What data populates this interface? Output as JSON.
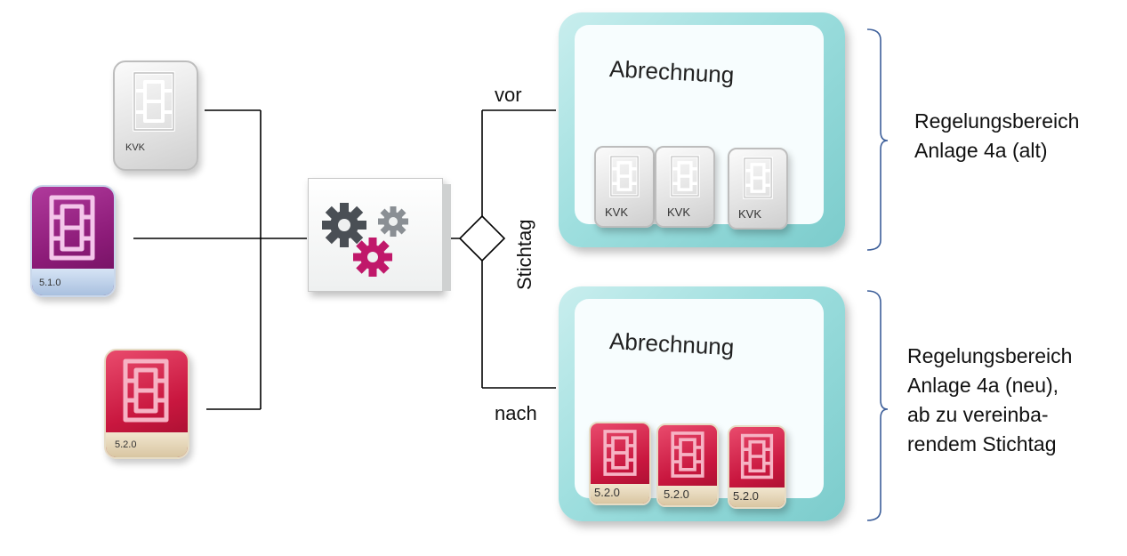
{
  "cards_left": [
    {
      "id": "kvk",
      "caption": "KVK",
      "style": "gray"
    },
    {
      "id": "egk-510",
      "caption": "5.1.0",
      "style": "purple"
    },
    {
      "id": "egk-520",
      "caption": "5.2.0",
      "style": "red"
    }
  ],
  "branch": {
    "vor": "vor",
    "nach": "nach",
    "stichtag": "Stichtag"
  },
  "top_box": {
    "title": "Abrechnung",
    "cards": [
      "KVK",
      "KVK",
      "KVK"
    ]
  },
  "bottom_box": {
    "title": "Abrechnung",
    "cards": [
      "5.2.0",
      "5.2.0",
      "5.2.0"
    ]
  },
  "labels": {
    "top": {
      "line1": "Regelungsbereich",
      "line2": "Anlage 4a (alt)"
    },
    "bottom": {
      "line1": "Regelungsbereich",
      "line2": "Anlage 4a (neu),",
      "line3": "ab zu vereinba-",
      "line4": "rendem Stichtag"
    }
  },
  "colors": {
    "gray": "#e0e0e0",
    "purple": "#8c1b78",
    "red": "#c9173f",
    "teal": "#9ddede",
    "gear_dark": "#4a4f55",
    "gear_magenta": "#c0186a",
    "gear_gray": "#8a8f94"
  }
}
